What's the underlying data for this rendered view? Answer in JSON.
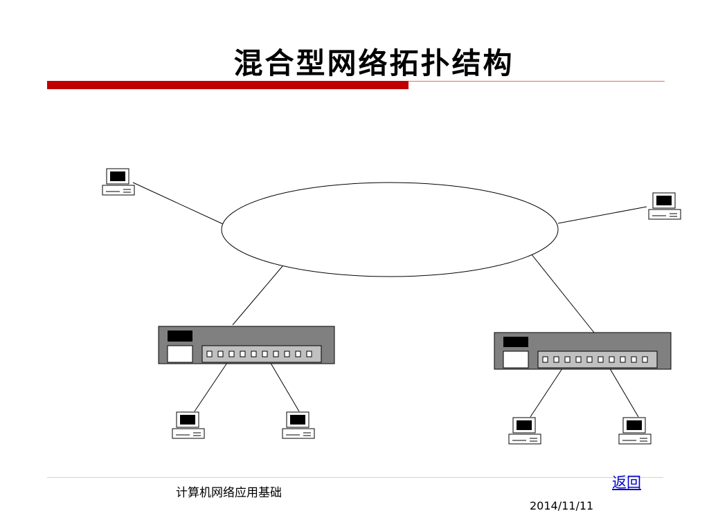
{
  "slide": {
    "title": "混合型网络拓扑结构",
    "footer_text": "计算机网络应用基础",
    "back_link": "返回",
    "date": "2014/11/11"
  },
  "colors": {
    "title_bar_red": "#c00000",
    "switch_body": "#808080",
    "switch_panel": "#c0c0c0"
  },
  "diagram": {
    "nodes": [
      {
        "id": "ring",
        "type": "ring-network"
      },
      {
        "id": "pc-top-left",
        "type": "computer"
      },
      {
        "id": "pc-top-right",
        "type": "computer"
      },
      {
        "id": "switch-left",
        "type": "switch",
        "ports": 10
      },
      {
        "id": "switch-right",
        "type": "switch",
        "ports": 10
      },
      {
        "id": "pc-left-1",
        "type": "computer"
      },
      {
        "id": "pc-left-2",
        "type": "computer"
      },
      {
        "id": "pc-right-1",
        "type": "computer"
      },
      {
        "id": "pc-right-2",
        "type": "computer"
      }
    ],
    "edges": [
      {
        "from": "pc-top-left",
        "to": "ring"
      },
      {
        "from": "pc-top-right",
        "to": "ring"
      },
      {
        "from": "ring",
        "to": "switch-left"
      },
      {
        "from": "ring",
        "to": "switch-right"
      },
      {
        "from": "switch-left",
        "to": "pc-left-1"
      },
      {
        "from": "switch-left",
        "to": "pc-left-2"
      },
      {
        "from": "switch-right",
        "to": "pc-right-1"
      },
      {
        "from": "switch-right",
        "to": "pc-right-2"
      }
    ]
  }
}
